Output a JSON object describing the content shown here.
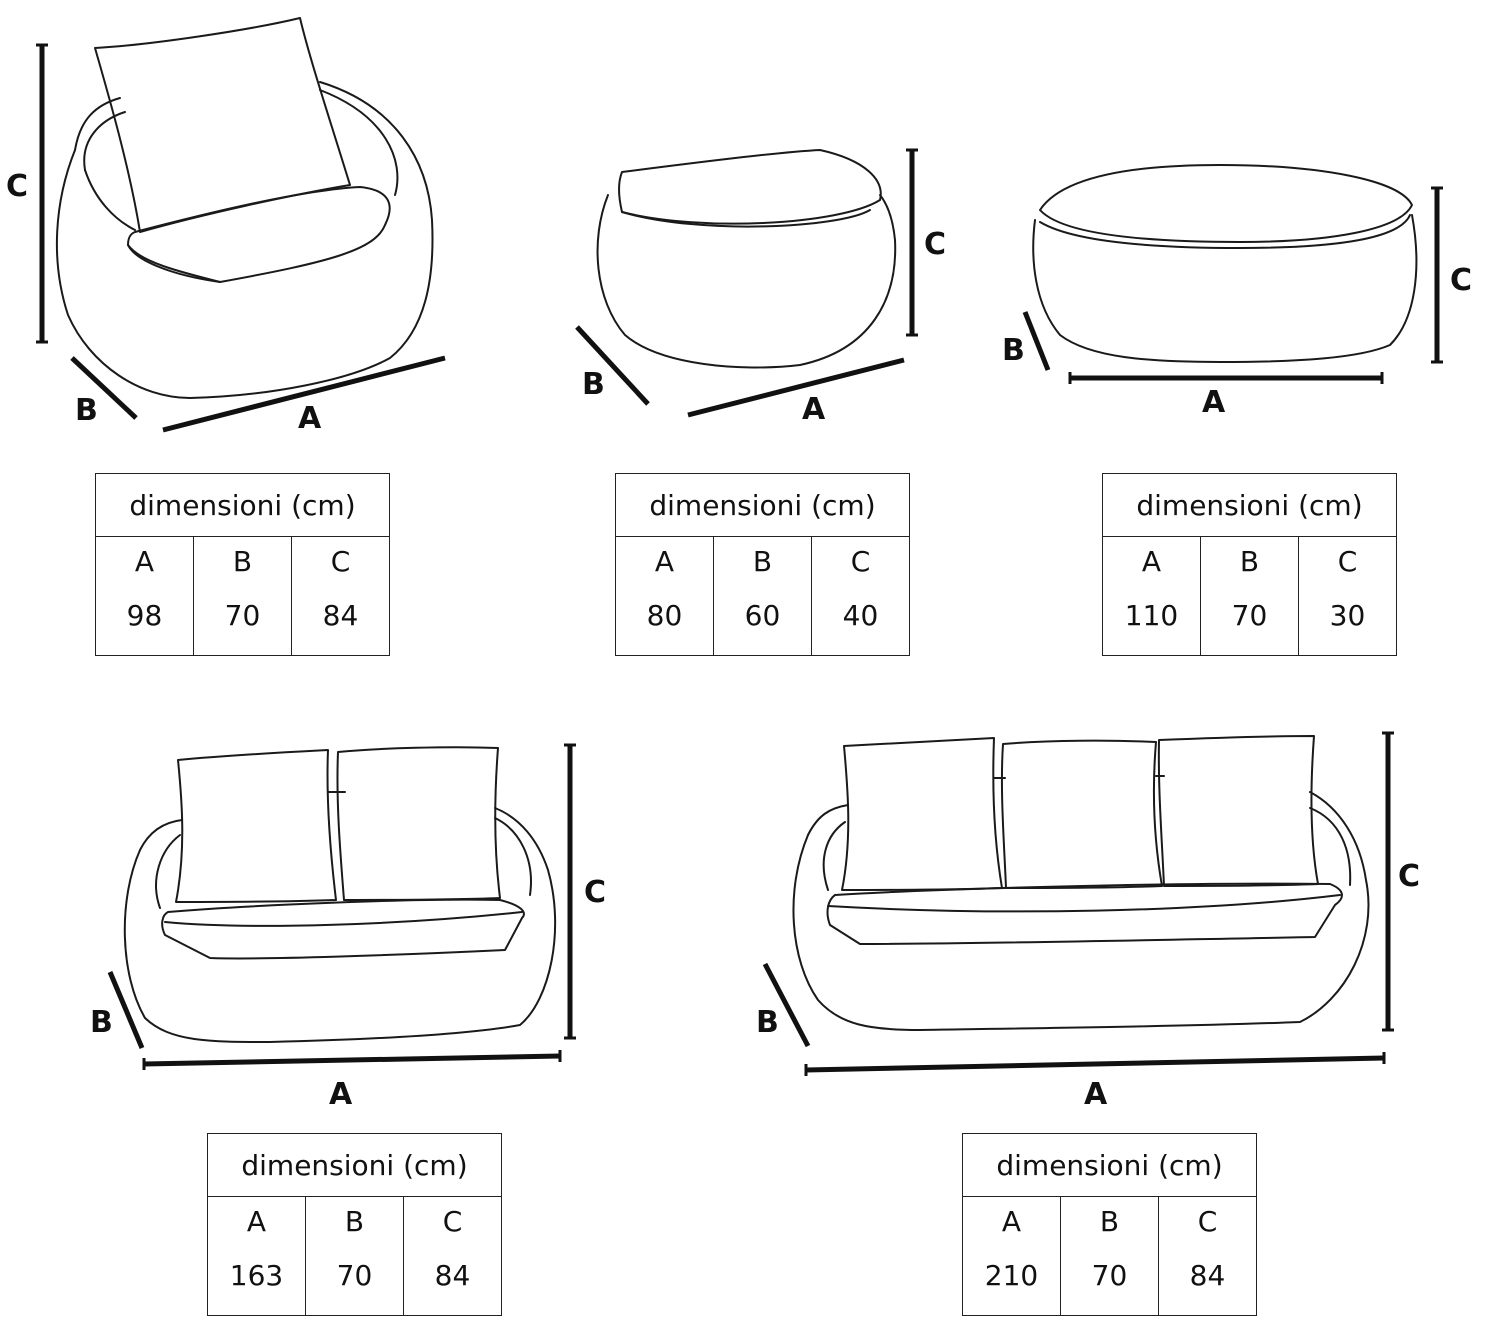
{
  "dimension_letters": {
    "a": "A",
    "b": "B",
    "c": "C"
  },
  "tables": [
    {
      "header": "dimensioni (cm)",
      "labels": [
        "A",
        "B",
        "C"
      ],
      "values": [
        "98",
        "70",
        "84"
      ]
    },
    {
      "header": "dimensioni (cm)",
      "labels": [
        "A",
        "B",
        "C"
      ],
      "values": [
        "80",
        "60",
        "40"
      ]
    },
    {
      "header": "dimensioni (cm)",
      "labels": [
        "A",
        "B",
        "C"
      ],
      "values": [
        "110",
        "70",
        "30"
      ]
    },
    {
      "header": "dimensioni (cm)",
      "labels": [
        "A",
        "B",
        "C"
      ],
      "values": [
        "163",
        "70",
        "84"
      ]
    },
    {
      "header": "dimensioni (cm)",
      "labels": [
        "A",
        "B",
        "C"
      ],
      "values": [
        "210",
        "70",
        "84"
      ]
    }
  ]
}
